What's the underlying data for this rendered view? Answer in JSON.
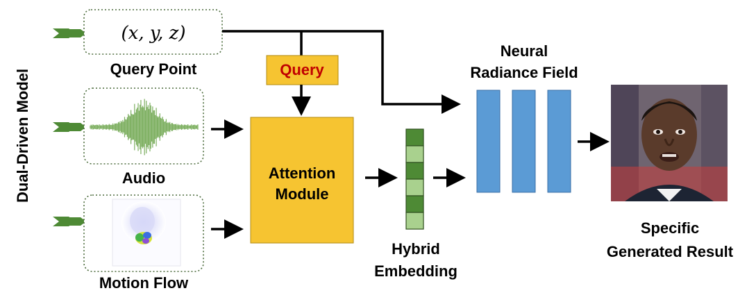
{
  "side_label": "Dual-Driven Model",
  "query_point": {
    "formula": "(x, y, z)",
    "label": "Query Point"
  },
  "audio": {
    "label": "Audio"
  },
  "motion_flow": {
    "label": "Motion Flow"
  },
  "query_box": {
    "label": "Query"
  },
  "attention": {
    "line1": "Attention",
    "line2": "Module"
  },
  "hybrid": {
    "line1": "Hybrid",
    "line2": "Embedding",
    "cells": [
      "dark",
      "light",
      "dark",
      "light",
      "dark",
      "light"
    ]
  },
  "nerf": {
    "line1": "Neural",
    "line2": "Radiance Field"
  },
  "result": {
    "line1": "Specific",
    "line2": "Generated Result"
  },
  "colors": {
    "input_arrow": "#4e8a35",
    "attention_fill": "#f6c431",
    "query_fill": "#f6c431",
    "query_text": "#c00000",
    "nerf_fill": "#5b9bd5",
    "hybrid_dark": "#4e8a35",
    "hybrid_light": "#a9d18e",
    "waveform": "#7bae5e"
  }
}
